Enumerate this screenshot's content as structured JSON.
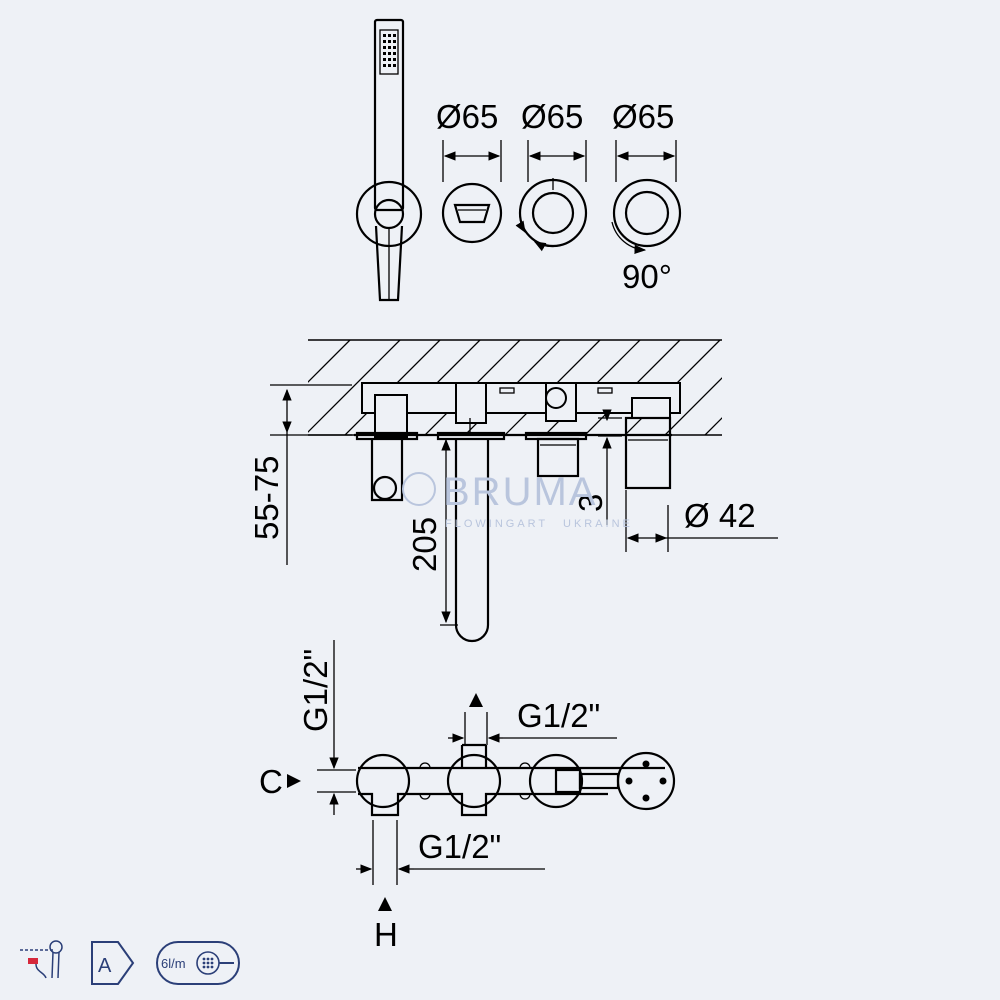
{
  "dimensions": {
    "d65_a": "Ø65",
    "d65_b": "Ø65",
    "d65_c": "Ø65",
    "rotation": "90°",
    "depth_range": "55-75",
    "spout_length": "205",
    "gap": "3",
    "d42": "Ø 42",
    "thread_vertical": "G1/2\"",
    "thread_top": "G1/2\"",
    "thread_bottom": "G1/2\"",
    "cold_label": "C",
    "hot_label": "H"
  },
  "watermark": {
    "brand": "BRUMA",
    "tagline": "FLOWINGART",
    "region": "UKRAINE"
  },
  "badges": {
    "energy_class": "A",
    "flow_rate": "6l/m"
  },
  "colors": {
    "background": "#eef1f6",
    "line": "#000000",
    "watermark": "#b9c5dd",
    "badge_outline": "#2b3f78"
  },
  "icons": [
    "hand-shower-icon",
    "energy-class-badge",
    "flow-rate-badge"
  ]
}
